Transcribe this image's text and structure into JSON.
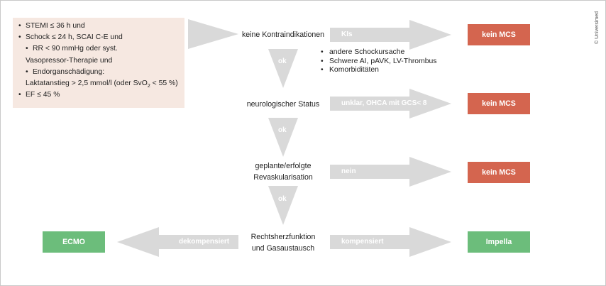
{
  "criteria": {
    "stemi": "STEMI ≤ 36 h und",
    "schock": "Schock ≤ 24 h, SCAI C-E und",
    "rr_line1": "RR < 90 mmHg oder syst.",
    "rr_line2": "Vasopressor-Therapie und",
    "organ_line1": "Endorganschädigung:",
    "organ_line2_pre": "Laktatanstieg > 2,5 mmol/l (oder SvO",
    "organ_line2_sub": "2",
    "organ_line2_post": " < 55 %)",
    "ef": "EF ≤ 45 %",
    "bullet": "•"
  },
  "steps": {
    "kontraindikationen": "keine Kontraindikationen",
    "neuro": "neurologischer Status",
    "revask_line1": "geplante/erfolgte",
    "revask_line2": "Revaskularisation",
    "rechts_line1": "Rechtsherzfunktion",
    "rechts_line2": "und Gasaustausch"
  },
  "ok_labels": [
    "ok",
    "ok",
    "ok"
  ],
  "arrow_labels": {
    "kis": "KIs",
    "neuro": "unklar, OHCA mit GCS< 8",
    "revask": "nein",
    "kompensiert": "kompensiert",
    "dekompensiert": "dekompensiert"
  },
  "ki_notes": [
    "andere Schockursache",
    "Schwere AI, pAVK, LV-Thrombus",
    "Komorbiditäten"
  ],
  "outcomes": {
    "kein_mcs_1": "kein MCS",
    "kein_mcs_2": "kein MCS",
    "kein_mcs_3": "kein MCS",
    "impella": "Impella",
    "ecmo": "ECMO"
  },
  "credit": "© Universimed",
  "colors": {
    "arrow": "#d9d9d9",
    "criteria_bg": "#f6e8e1",
    "red": "#d4654f",
    "green": "#6cbd7b"
  }
}
